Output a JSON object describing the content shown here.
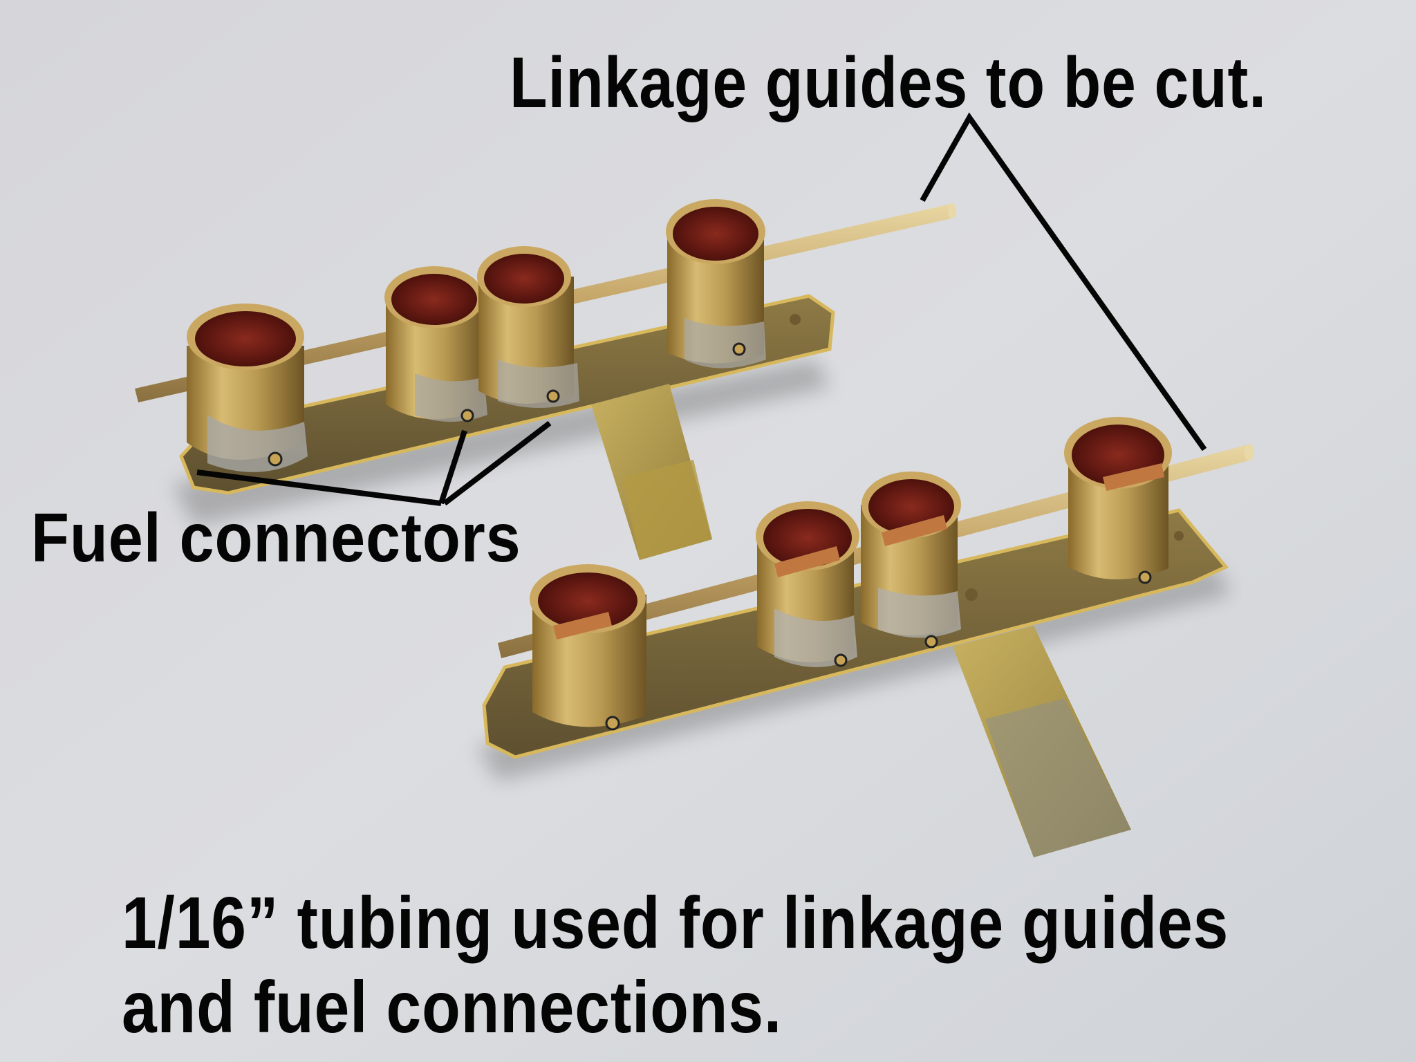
{
  "annotations": {
    "top_label": "Linkage guides to be cut.",
    "side_label": "Fuel connectors",
    "bottom_label_line1": "1/16” tubing used for linkage guides",
    "bottom_label_line2": "and fuel connections."
  },
  "colors": {
    "paper": "#d9dadd",
    "brass": "#c9a65a",
    "copper_interior": "#7a1e16",
    "solder": "#b8b8b4",
    "annotation_ink": "#050505"
  }
}
